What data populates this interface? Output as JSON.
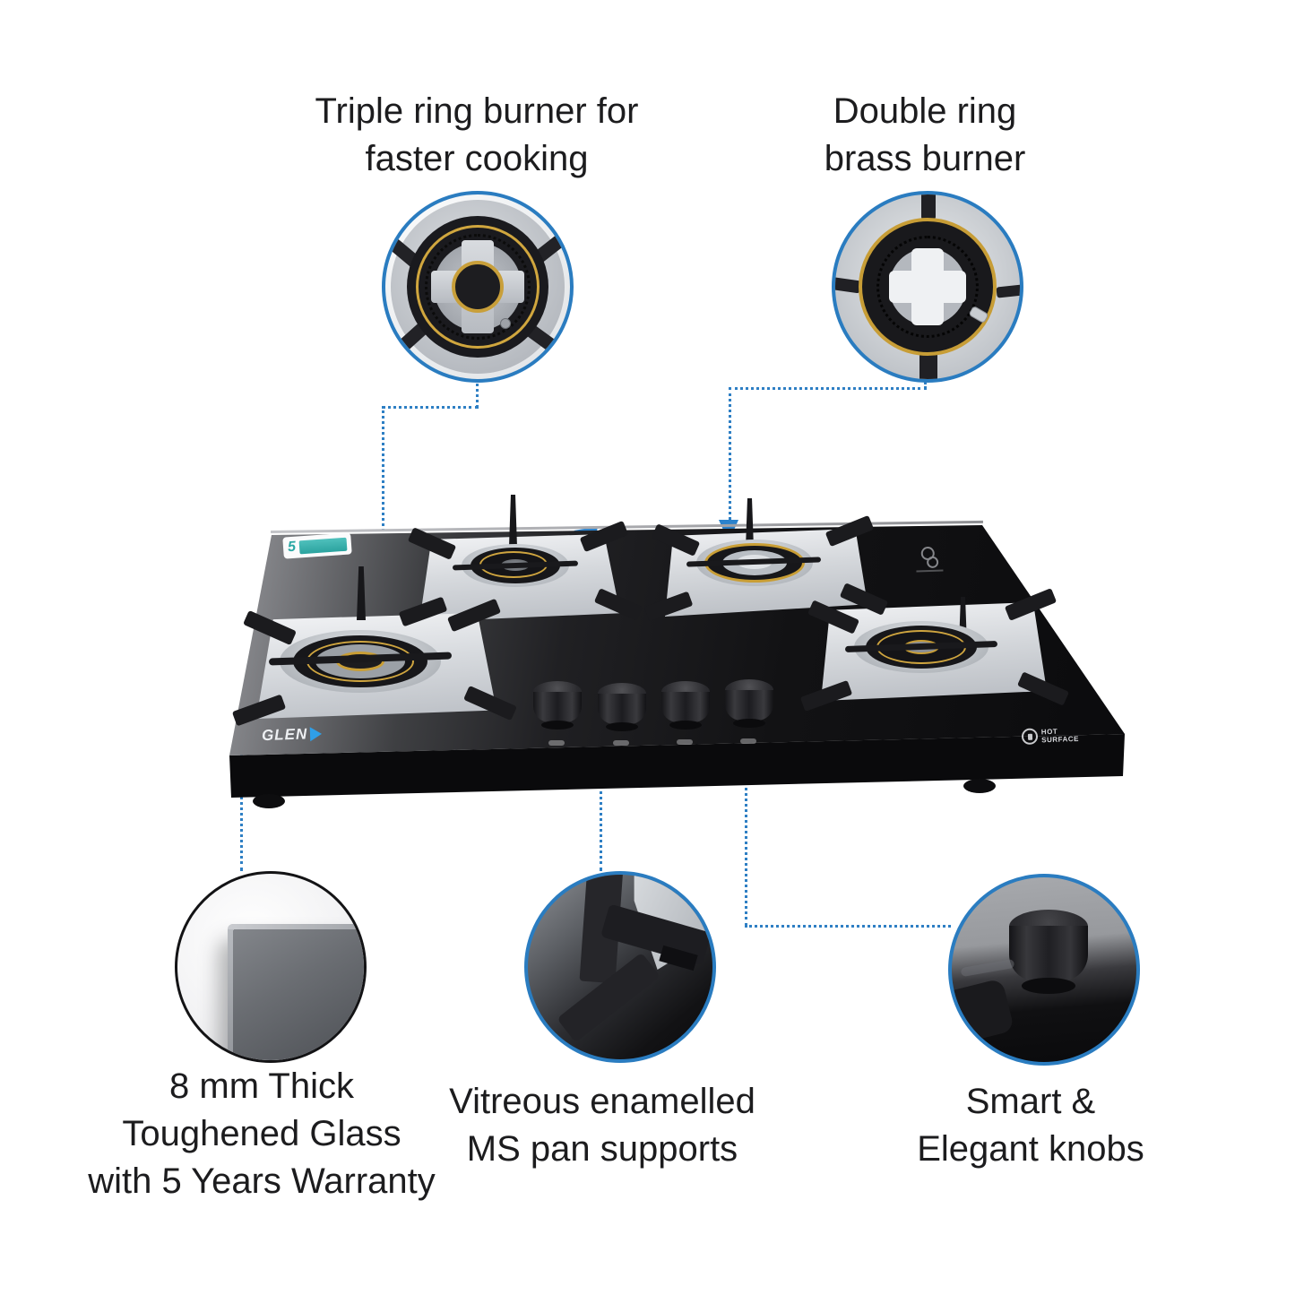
{
  "colors": {
    "accent_blue": "#2b82cc",
    "leader_dotted_blue": "#2e7fc4",
    "circle_border_blue": "#2a7cc0",
    "text_dark": "#1c1c1e",
    "brass_gold": "#c99e35",
    "badge_teal": "#2ba8a4",
    "glass_black": "#111113"
  },
  "callouts": {
    "triple_ring": {
      "label": "Triple ring burner for\nfaster cooking"
    },
    "double_ring": {
      "label": "Double ring\nbrass burner"
    },
    "glass": {
      "label": "8 mm Thick\nToughened Glass\nwith 5 Years Warranty"
    },
    "pan_supports": {
      "label": "Vitreous enamelled\nMS pan supports"
    },
    "knobs": {
      "label": "Smart &\nElegant knobs"
    }
  },
  "hob": {
    "brand": "GLEN",
    "warranty_badge_number": "5",
    "hot_surface_label": "HOT\nSURFACE"
  }
}
